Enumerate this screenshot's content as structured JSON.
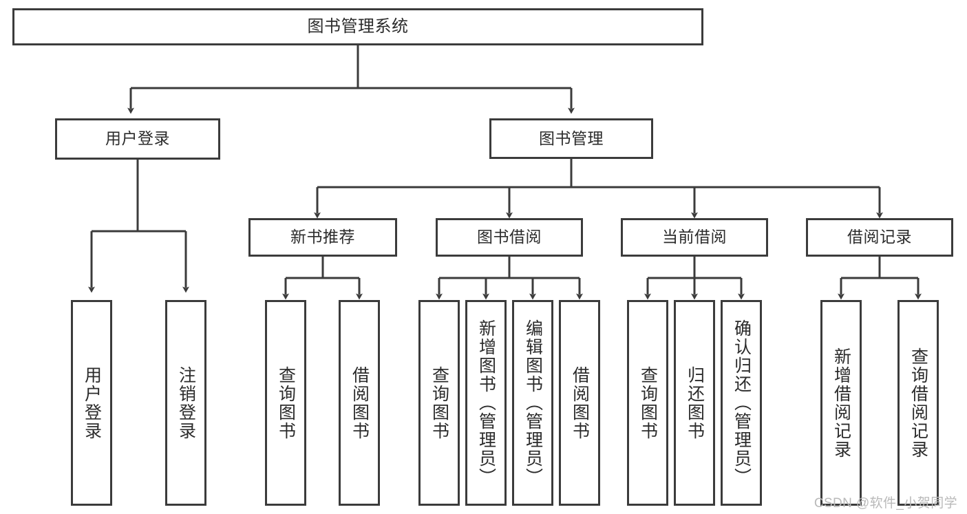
{
  "diagram": {
    "type": "tree-hierarchy",
    "title": "图书管理系统",
    "root": {
      "id": "root",
      "label": "图书管理系统"
    },
    "level2": [
      {
        "id": "user-login",
        "label": "用户登录"
      },
      {
        "id": "book-manage",
        "label": "图书管理"
      }
    ],
    "level3": [
      {
        "id": "new-book-recommend",
        "label": "新书推荐",
        "parent": "book-manage"
      },
      {
        "id": "book-borrow",
        "label": "图书借阅",
        "parent": "book-manage"
      },
      {
        "id": "current-borrow",
        "label": "当前借阅",
        "parent": "book-manage"
      },
      {
        "id": "borrow-record",
        "label": "借阅记录",
        "parent": "book-manage"
      }
    ],
    "leaves": [
      {
        "id": "leaf-user-login",
        "label": "用户登录",
        "parent": "user-login"
      },
      {
        "id": "leaf-logout-login",
        "label": "注销登录",
        "parent": "user-login"
      },
      {
        "id": "leaf-query-book-1",
        "label": "查询图书",
        "parent": "new-book-recommend"
      },
      {
        "id": "leaf-borrow-book-1",
        "label": "借阅图书",
        "parent": "new-book-recommend"
      },
      {
        "id": "leaf-query-book-2",
        "label": "查询图书",
        "parent": "book-borrow"
      },
      {
        "id": "leaf-add-book",
        "label": "新增图书（管理员）",
        "parent": "book-borrow"
      },
      {
        "id": "leaf-edit-book",
        "label": "编辑图书（管理员）",
        "parent": "book-borrow"
      },
      {
        "id": "leaf-borrow-book-2",
        "label": "借阅图书",
        "parent": "book-borrow"
      },
      {
        "id": "leaf-query-book-3",
        "label": "查询图书",
        "parent": "current-borrow"
      },
      {
        "id": "leaf-return-book",
        "label": "归还图书",
        "parent": "current-borrow"
      },
      {
        "id": "leaf-confirm-return",
        "label": "确认归还（管理员）",
        "parent": "current-borrow"
      },
      {
        "id": "leaf-add-record",
        "label": "新增借阅记录",
        "parent": "borrow-record"
      },
      {
        "id": "leaf-query-record",
        "label": "查询借阅记录",
        "parent": "borrow-record"
      }
    ],
    "colors": {
      "line": "#3b3b3b",
      "box_fill": "#ffffff",
      "text": "#2b2b2b",
      "background": "#ffffff",
      "watermark": "#b9b9b9"
    }
  },
  "watermark": {
    "text": "CSDN @软件_小贺同学"
  }
}
